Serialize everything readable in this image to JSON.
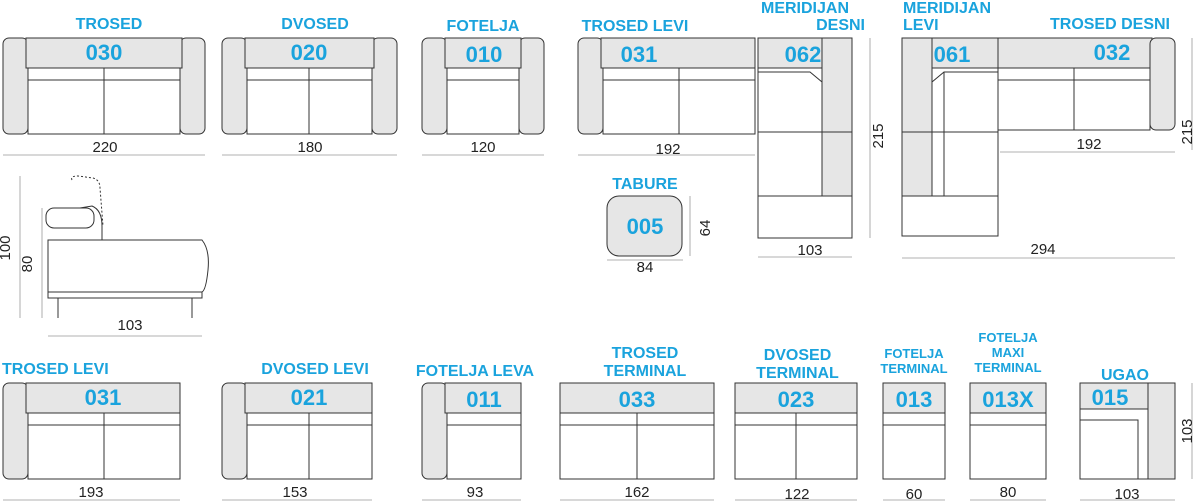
{
  "row1": {
    "trosed": {
      "title": "TROSED",
      "code": "030",
      "width": "220"
    },
    "dvosed": {
      "title": "DVOSED",
      "code": "020",
      "width": "180"
    },
    "fotelja": {
      "title": "FOTELJA",
      "code": "010",
      "width": "120"
    },
    "trosed_levi": {
      "title": "TROSED LEVI",
      "code": "031",
      "width": "192"
    },
    "meridijan_desni": {
      "title_line1": "MERIDIJAN",
      "title_line2": "DESNI",
      "code": "062",
      "width": "103",
      "depth": "215"
    },
    "meridijan_levi": {
      "title_line1": "MERIDIJAN",
      "title_line2": "LEVI",
      "code": "061"
    },
    "trosed_desni": {
      "title": "TROSED DESNI",
      "code": "032",
      "width": "192",
      "depth": "215"
    },
    "combo_total": "294"
  },
  "tabure": {
    "title": "TABURE",
    "code": "005",
    "width": "84",
    "depth": "64"
  },
  "side_view": {
    "height_total": "100",
    "height_back": "80",
    "depth": "103"
  },
  "row2": {
    "trosed_levi": {
      "title": "TROSED LEVI",
      "code": "031",
      "width": "193"
    },
    "dvosed_levi": {
      "title": "DVOSED LEVI",
      "code": "021",
      "width": "153"
    },
    "fotelja_leva": {
      "title": "FOTELJA LEVA",
      "code": "011",
      "width": "93"
    },
    "trosed_terminal": {
      "title_line1": "TROSED",
      "title_line2": "TERMINAL",
      "code": "033",
      "width": "162"
    },
    "dvosed_terminal": {
      "title_line1": "DVOSED",
      "title_line2": "TERMINAL",
      "code": "023",
      "width": "122"
    },
    "fotelja_terminal": {
      "title_line1": "FOTELJA",
      "title_line2": "TERMINAL",
      "code": "013",
      "width": "60"
    },
    "fotelja_maxi": {
      "title_line1": "FOTELJA",
      "title_line2": "MAXI",
      "title_line3": "TERMINAL",
      "code": "013X",
      "width": "80"
    },
    "ugao": {
      "title": "UGAO",
      "code": "015",
      "width": "103",
      "depth": "103"
    }
  },
  "colors": {
    "accent": "#1aa3dd",
    "fill": "#e6e6e6",
    "stroke": "#333333"
  }
}
